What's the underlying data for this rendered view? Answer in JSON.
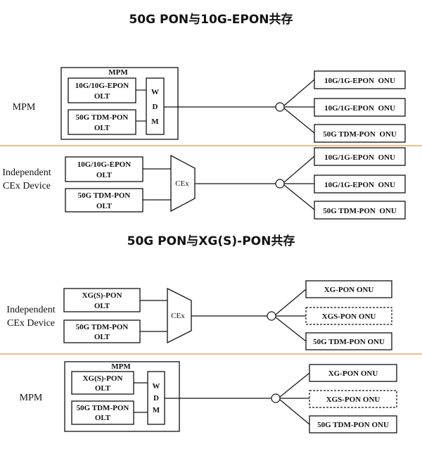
{
  "section1": {
    "title": "50G PON与10G-EPON共存",
    "mpm_row": {
      "row_label": "MPM",
      "mpm_box_label": "MPM",
      "olt1": [
        "10G/10G-EPON",
        "OLT"
      ],
      "olt2": [
        "50G TDM-PON",
        "OLT"
      ],
      "wdm": [
        "W",
        "D",
        "M"
      ],
      "onus": [
        "10G/1G-EPON  ONU",
        "10G/1G-EPON  ONU",
        "50G TDM-PON  ONU"
      ]
    },
    "cex_row": {
      "row_label": [
        "Independent",
        "CEx Device"
      ],
      "olt1": [
        "10G/10G-EPON",
        "OLT"
      ],
      "olt2": [
        "50G TDM-PON",
        "OLT"
      ],
      "cex_label": "CEx",
      "onus": [
        "10G/1G-EPON  ONU",
        "10G/1G-EPON  ONU",
        "50G TDM-PON  ONU"
      ]
    }
  },
  "section2": {
    "title": "50G PON与XG(S)-PON共存",
    "cex_row": {
      "row_label": [
        "Independent",
        "CEx Device"
      ],
      "olt1": [
        "XG(S)-PON",
        "OLT"
      ],
      "olt2": [
        "50G TDM-PON",
        "OLT"
      ],
      "cex_label": "CEx",
      "onus": [
        "XG-PON ONU",
        "XGS-PON ONU",
        "50G TDM-PON ONU"
      ]
    },
    "mpm_row": {
      "row_label": "MPM",
      "mpm_box_label": "MPM",
      "olt1": [
        "XG(S)-PON",
        "OLT"
      ],
      "olt2": [
        "50G TDM-PON",
        "OLT"
      ],
      "wdm": [
        "W",
        "D",
        "M"
      ],
      "onus": [
        "XG-PON ONU",
        "XGS-PON ONU",
        "50G TDM-PON ONU"
      ]
    }
  },
  "colors": {
    "divider": "#e8a86a",
    "line": "#111111"
  }
}
